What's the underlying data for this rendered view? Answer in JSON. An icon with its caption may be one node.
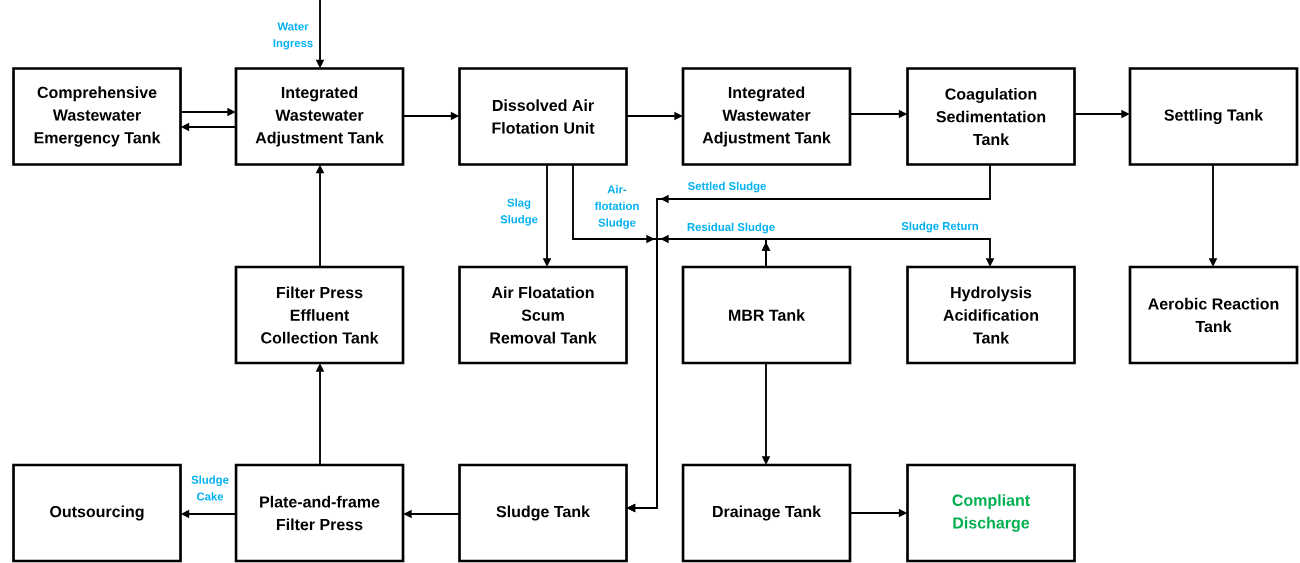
{
  "diagram": {
    "nodes": [
      {
        "text": [
          "Comprehensive Wastewater Emergency Tank"
        ]
      },
      {
        "text": [
          "Integrated Wastewater Adjustment Tank"
        ]
      },
      {
        "text": [
          "Dissolved Air Flotation Unit"
        ]
      },
      {
        "text": [
          "Integrated Wastewater Adjustment Tank"
        ]
      },
      {
        "text": [
          "Coagulation Sedimentation Tank"
        ]
      },
      {
        "text": [
          "Settling Tank"
        ]
      },
      {
        "text": [
          "Filter Press Effluent Collection Tank"
        ]
      },
      {
        "text": [
          "Air Floatation Scum Removal Tank"
        ]
      },
      {
        "text": [
          "MBR Tank"
        ]
      },
      {
        "text": [
          "Hydrolysis Acidification Tank"
        ]
      },
      {
        "text": [
          "Aerobic Reaction Tank"
        ]
      },
      {
        "text": [
          "Outsourcing"
        ]
      },
      {
        "text": [
          "Plate-and-frame Filter Press"
        ]
      },
      {
        "text": [
          "Sludge Tank"
        ]
      },
      {
        "text": [
          "Drainage Tank"
        ]
      },
      {
        "text": [
          "Compliant Discharge"
        ]
      }
    ],
    "edges": [
      {
        "from": null,
        "to": 1,
        "arrow": "to",
        "label": "Water Ingress"
      },
      {
        "from": 0,
        "to": 1,
        "arrow": "to"
      },
      {
        "from": 1,
        "to": 0,
        "arrow": "to"
      },
      {
        "from": 1,
        "to": 2,
        "arrow": "to"
      },
      {
        "from": 2,
        "to": 3,
        "arrow": "to"
      },
      {
        "from": 3,
        "to": 4,
        "arrow": "to"
      },
      {
        "from": 4,
        "to": 5,
        "arrow": "to"
      },
      {
        "from": 6,
        "to": 1,
        "arrow": "to"
      },
      {
        "from": 2,
        "to": 7,
        "arrow": "to",
        "label": "Slag Sludge"
      },
      {
        "from": 2,
        "to": 13,
        "arrow": "to",
        "label": "Air-flotation Sludge"
      },
      {
        "from": 4,
        "to": 13,
        "arrow": "to",
        "label": "Settled Sludge"
      },
      {
        "from": 8,
        "to": 13,
        "arrow": "to",
        "label": "Residual Sludge"
      },
      {
        "from": 8,
        "to": 9,
        "arrow": "to",
        "label": "Sludge Return"
      },
      {
        "from": 5,
        "to": 10,
        "arrow": "to"
      },
      {
        "from": 12,
        "to": 6,
        "arrow": "to"
      },
      {
        "from": 8,
        "to": 14,
        "arrow": "to"
      },
      {
        "from": 13,
        "to": 12,
        "arrow": "to"
      },
      {
        "from": 12,
        "to": 11,
        "arrow": "to",
        "label": "Sludge Cake"
      },
      {
        "from": 14,
        "to": 15,
        "arrow": "to"
      }
    ]
  }
}
